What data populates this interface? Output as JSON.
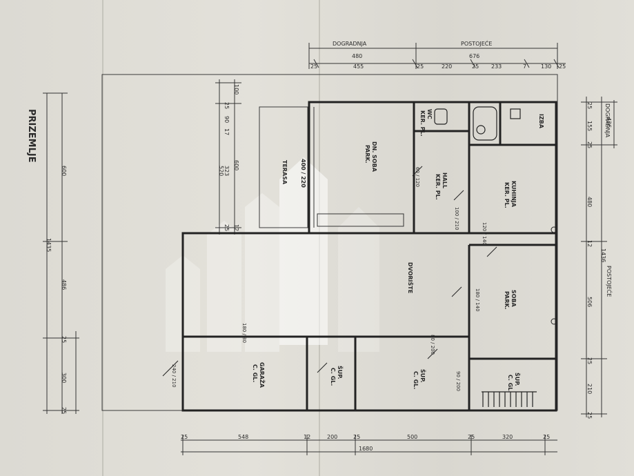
{
  "plan": {
    "title": "PRIZEMLJE",
    "top_dims": {
      "section_left": "DOGRADNJA",
      "section_left_value": "480",
      "section_right": "POSTOJEĆE",
      "section_right_value": "676",
      "segments": [
        "25",
        "455",
        "25",
        "220",
        "25",
        "233",
        "7",
        "130",
        "25"
      ]
    },
    "bottom_dims": {
      "segments": [
        "25",
        "548",
        "12",
        "200",
        "25",
        "500",
        "25",
        "320",
        "25"
      ],
      "total": "1680"
    },
    "left_dims": {
      "segments": [
        "600",
        "1435",
        "486",
        "25",
        "300",
        "25"
      ],
      "small_stack": [
        "100",
        "25",
        "90",
        "17",
        "323",
        "520",
        "600",
        "25",
        "12"
      ]
    },
    "right_dims": {
      "label": "DOGRADNJA",
      "label_value": "436",
      "segments": [
        "25",
        "155",
        "25",
        "480",
        "12",
        "506",
        "25",
        "210",
        "25"
      ],
      "section": "POSTOJEĆE",
      "section_value": "1436"
    },
    "rooms": {
      "dnevna": {
        "name": "DN. SOBA",
        "floor": "PARK."
      },
      "terasa": {
        "name": "TERASA"
      },
      "terasa_dim": "400 / 220",
      "hall": {
        "name": "HALL",
        "floor": "KER. PL."
      },
      "wc": {
        "name": "WC",
        "floor": "KER. PL."
      },
      "kuhinja": {
        "name": "KUHINJA",
        "floor": "KER. PL."
      },
      "soba": {
        "name": "SOBA",
        "floor": "PARK."
      },
      "izba": {
        "name": "IZBA"
      },
      "dvoriste": {
        "name": "DVORIŠTE"
      },
      "garaza": {
        "name": "GARAŽA",
        "floor": "C. GL."
      },
      "ostava1": {
        "name": "ŠUP.",
        "floor": "C. GL."
      },
      "ostava2": {
        "name": "ŠUP.",
        "floor": "C. GL."
      },
      "ostava3": {
        "name": "ŠUP.",
        "floor": "C. GL."
      }
    },
    "openings": {
      "garage_door": "240 / 210",
      "door_a": "180 / 80",
      "door_b": "120 / 140",
      "door_c": "180 / 140",
      "door_d": "90 / 200",
      "door_e": "80 / 200",
      "door_f": "60 / 120",
      "door_g": "100 / 210"
    },
    "colors": {
      "ink": "#2a2a2a",
      "paper": "#e0ded7"
    }
  }
}
